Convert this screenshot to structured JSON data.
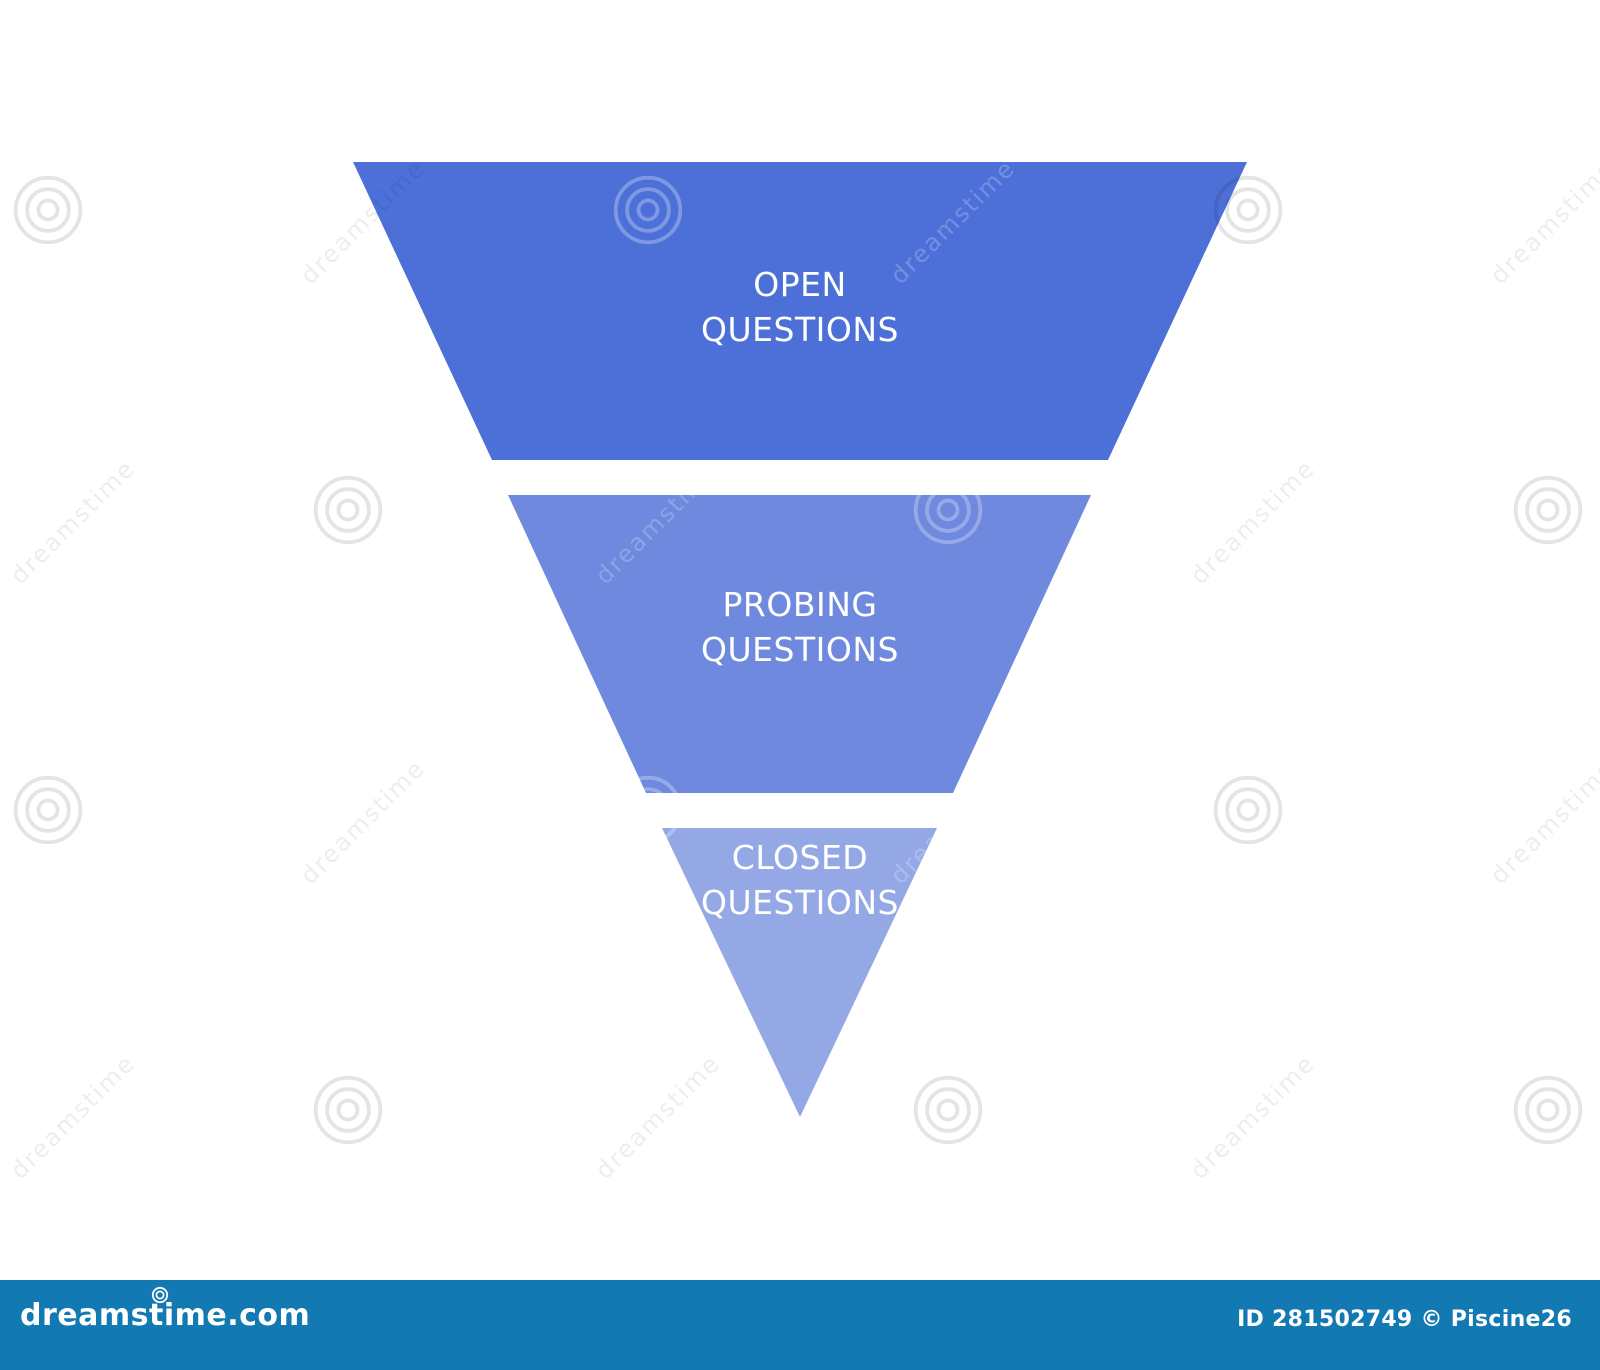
{
  "diagram": {
    "levels": [
      {
        "id": "open",
        "label_line1": "OPEN",
        "label_line2": "QUESTIONS",
        "color": "#4d70d8"
      },
      {
        "id": "probing",
        "label_line1": "PROBING",
        "label_line2": "QUESTIONS",
        "color": "#6e89de"
      },
      {
        "id": "closed",
        "label_line1": "CLOSED",
        "label_line2": "QUESTIONS",
        "color": "#94a8e6"
      }
    ]
  },
  "watermark": {
    "text": "dreamstime",
    "icon": "spiral-icon"
  },
  "footer": {
    "logo_text": "dreamstime.com",
    "logo_icon": "spiral-icon",
    "credit": "ID 281502749 © Piscine26",
    "background_color": "#1279b2"
  }
}
